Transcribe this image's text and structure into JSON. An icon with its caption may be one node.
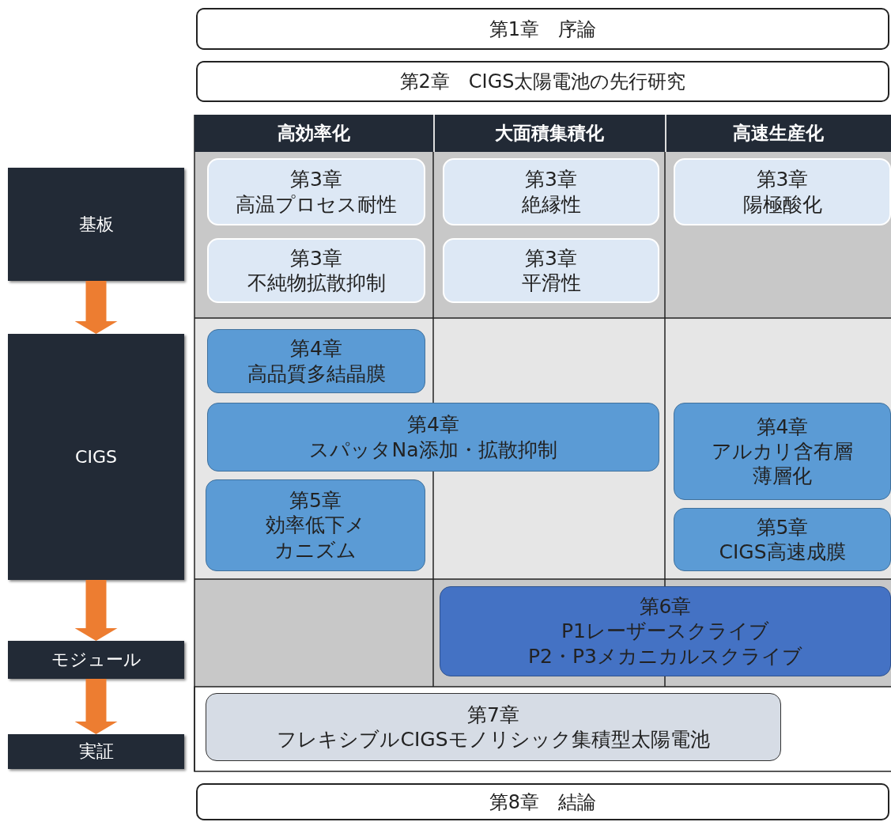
{
  "diagram": {
    "nodes": [
      {
        "text": [
          "第1章　序論"
        ]
      },
      {
        "text": [
          "第2章　CIGS太陽電池の先行研究"
        ]
      },
      {
        "text": [
          "第3章",
          "高温プロセス耐性"
        ]
      },
      {
        "text": [
          "第3章",
          "絶縁性"
        ]
      },
      {
        "text": [
          "第3章",
          "陽極酸化"
        ]
      },
      {
        "text": [
          "第3章",
          "不純物拡散抑制"
        ]
      },
      {
        "text": [
          "第3章",
          "平滑性"
        ]
      },
      {
        "text": [
          "第4章",
          "高品質多結晶膜"
        ]
      },
      {
        "text": [
          "第4章",
          "スパッタNa添加・拡散抑制"
        ]
      },
      {
        "text": [
          "第4章",
          "アルカリ含有層薄層化"
        ]
      },
      {
        "text": [
          "第5章",
          "効率低下メカニズム"
        ]
      },
      {
        "text": [
          "第5章",
          "CIGS高速成膜"
        ]
      },
      {
        "text": [
          "第6章",
          "P1レーザースクライブ",
          "P2・P3メカニカルスクライブ"
        ]
      },
      {
        "text": [
          "第7章",
          "フレキシブルCIGSモノリシック集積型太陽電池"
        ]
      },
      {
        "text": [
          "第8章　結論"
        ]
      },
      {
        "text": [
          "基板"
        ]
      },
      {
        "text": [
          "CIGS"
        ]
      },
      {
        "text": [
          "モジュール"
        ]
      },
      {
        "text": [
          "実証"
        ]
      }
    ],
    "edges": [
      {
        "from": 15,
        "to": 16,
        "arrow": "to"
      },
      {
        "from": 16,
        "to": 17,
        "arrow": "to"
      },
      {
        "from": 17,
        "to": 18,
        "arrow": "to"
      }
    ],
    "labels": [
      "高効率化",
      "大面積集積化",
      "高速生産化"
    ]
  }
}
